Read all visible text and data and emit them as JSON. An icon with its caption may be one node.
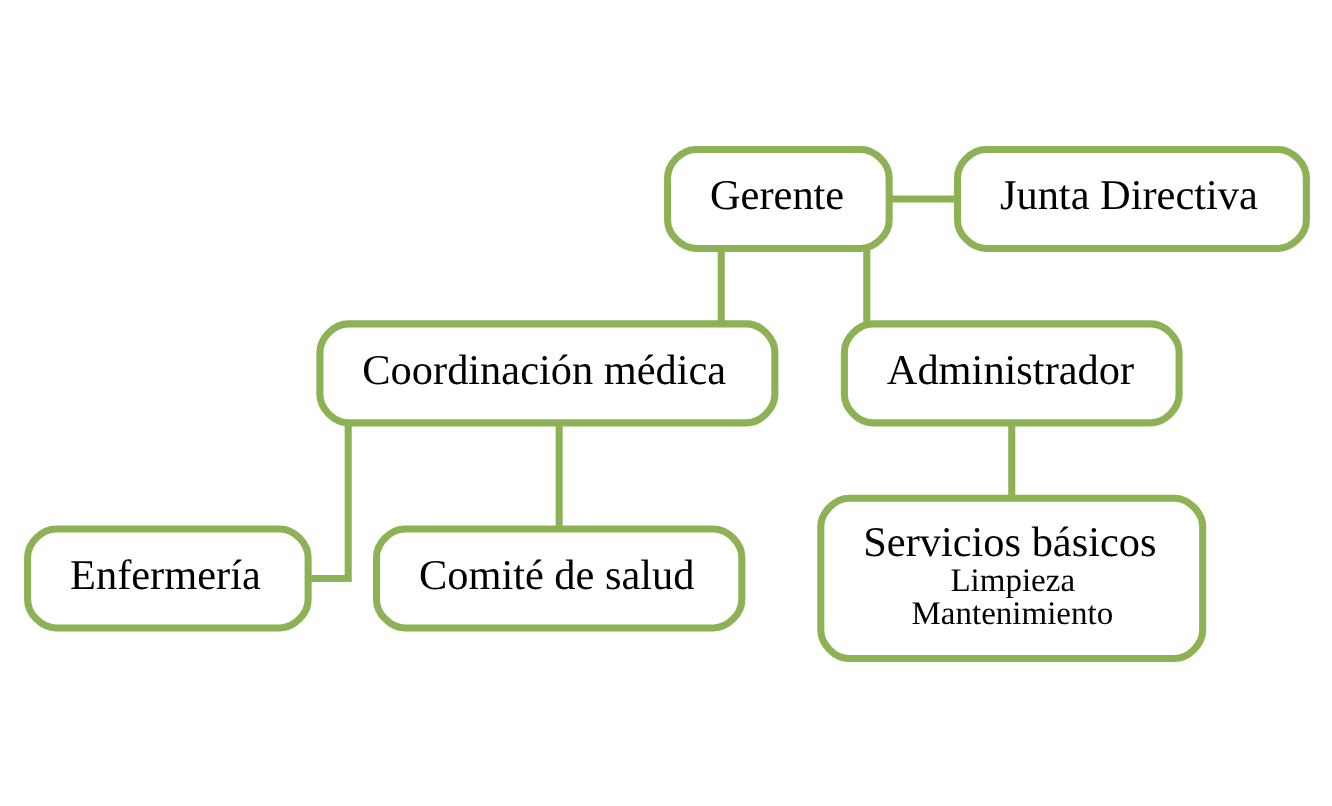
{
  "diagram": {
    "nodes": [
      {
        "text": [
          "Gerente"
        ]
      },
      {
        "text": [
          "Junta Directiva"
        ]
      },
      {
        "text": [
          "Coordinación médica"
        ]
      },
      {
        "text": [
          "Administrador"
        ]
      },
      {
        "text": [
          "Enfermería"
        ]
      },
      {
        "text": [
          "Comité de salud"
        ]
      },
      {
        "text": [
          "Servicios básicos",
          "Limpieza",
          "Mantenimiento"
        ]
      }
    ],
    "edges": [
      {
        "from": 0,
        "to": 1,
        "arrow": "none"
      },
      {
        "from": 0,
        "to": 2,
        "arrow": "none"
      },
      {
        "from": 0,
        "to": 3,
        "arrow": "none"
      },
      {
        "from": 2,
        "to": 4,
        "arrow": "none"
      },
      {
        "from": 2,
        "to": 5,
        "arrow": "none"
      },
      {
        "from": 3,
        "to": 6,
        "arrow": "none"
      }
    ]
  }
}
